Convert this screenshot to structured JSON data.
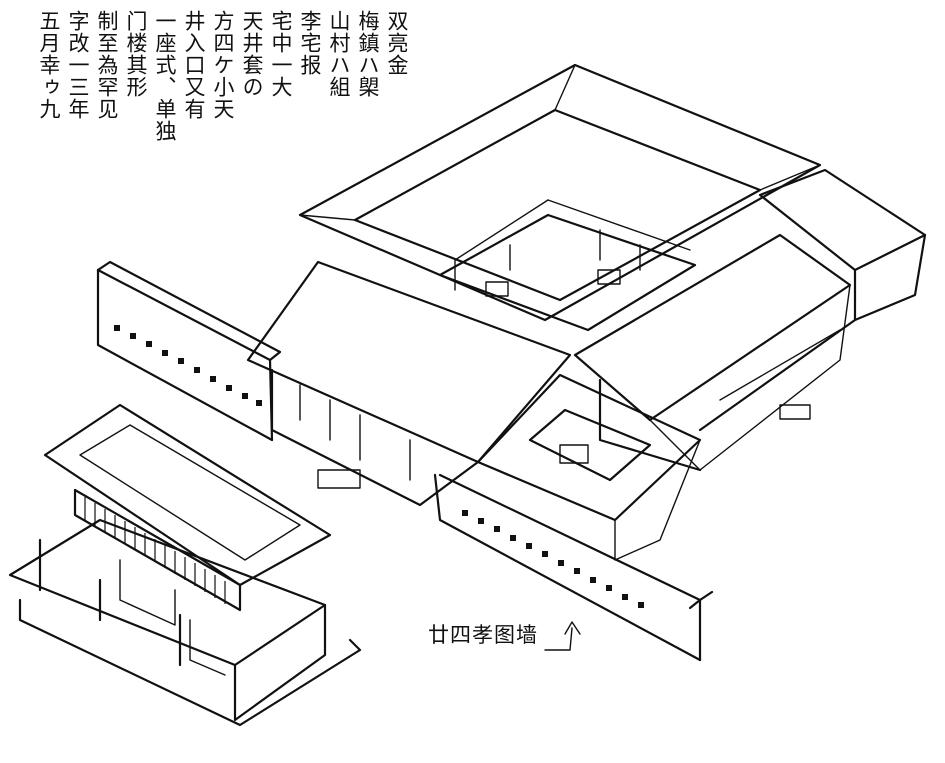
{
  "annotation": {
    "columns": [
      "双亮金",
      "梅鎮ハ㮾",
      "山村ハ組",
      "李宅报",
      "宅中一大",
      "天井套の",
      "方四ケ小天",
      "井入口又有",
      "一座式、单独",
      "门楼其形",
      "制至為罕见",
      "字改一三年",
      "五月幸ゥ九"
    ]
  },
  "label": {
    "text": "廿四孝图墙"
  },
  "colors": {
    "ink": "#111111",
    "paper": "#ffffff"
  }
}
